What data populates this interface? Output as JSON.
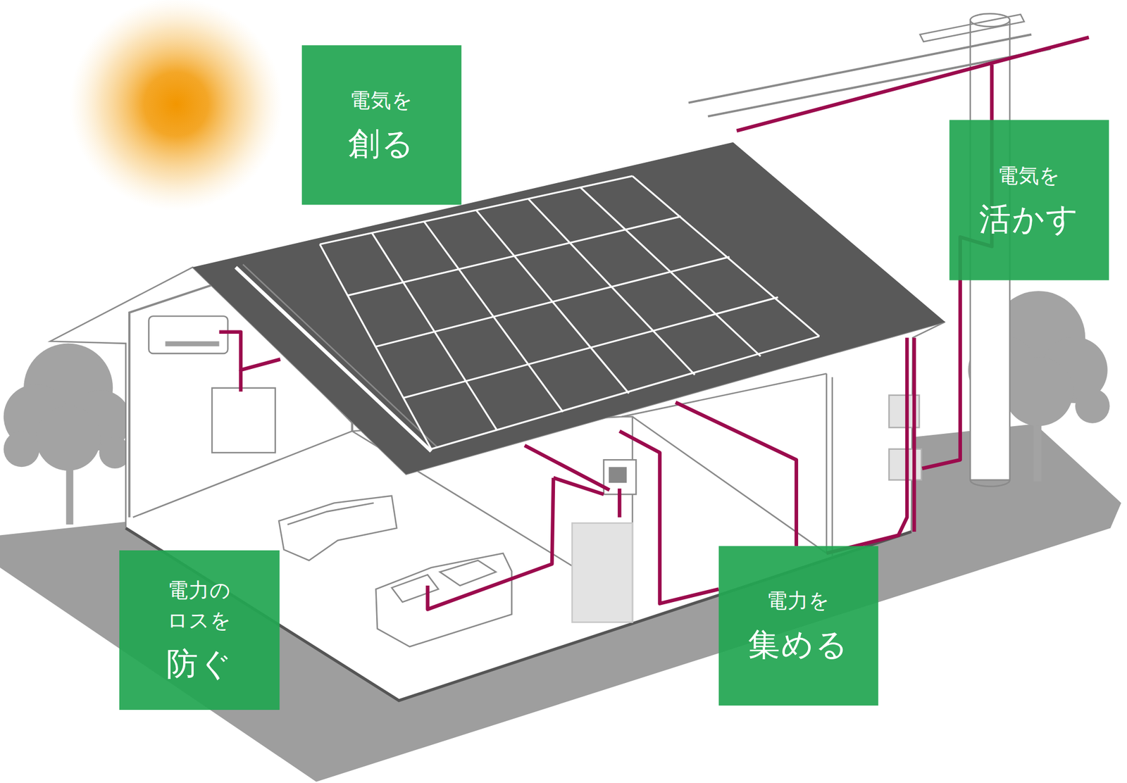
{
  "diagram": {
    "nodes": [
      {
        "text": [
          "電気を",
          "創る"
        ]
      },
      {
        "text": [
          "電気を",
          "活かす"
        ]
      },
      {
        "text": [
          "電力の ロスを",
          "防ぐ"
        ]
      },
      {
        "text": [
          "電力を",
          "集める"
        ]
      }
    ]
  }
}
